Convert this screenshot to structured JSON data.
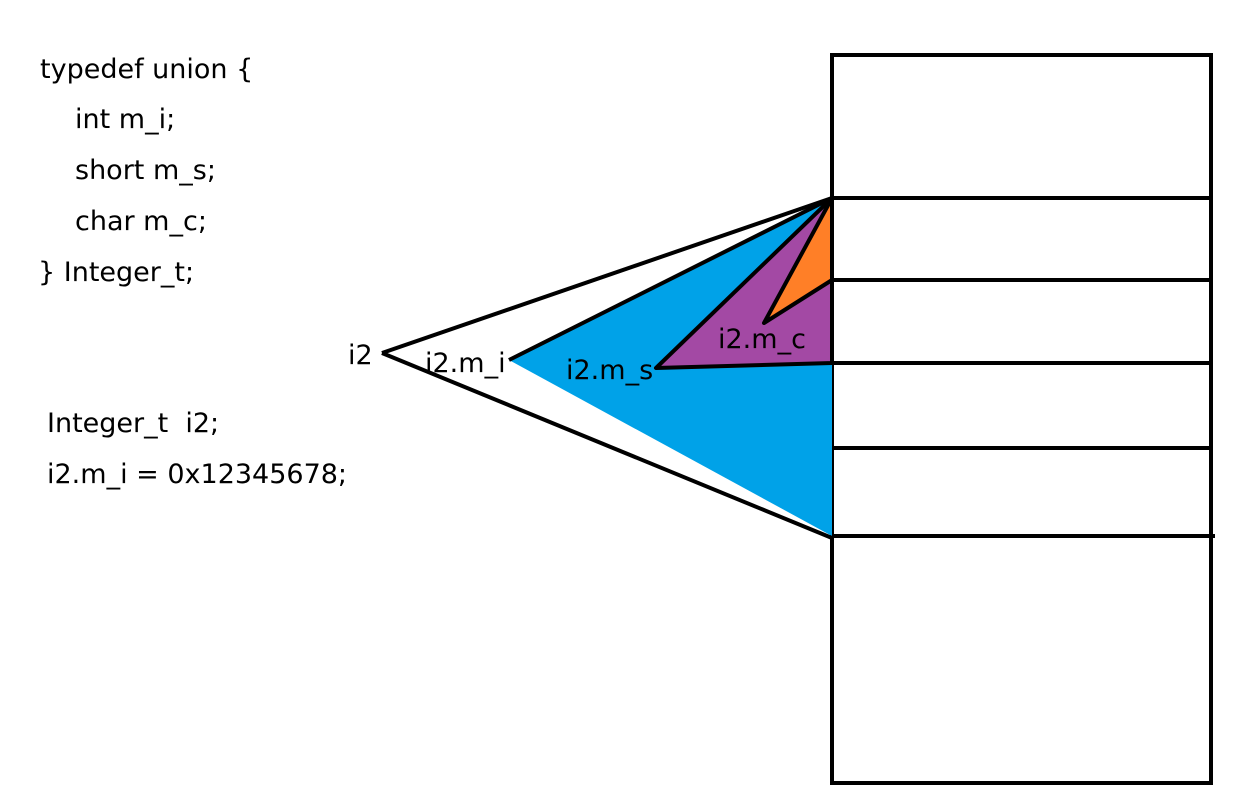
{
  "code_block_1": {
    "lines": [
      "typedef union {",
      "int m_i;",
      "short m_s;",
      "char m_c;",
      "} Integer_t;"
    ]
  },
  "code_block_2": {
    "lines": [
      "Integer_t  i2;",
      "i2.m_i = 0x12345678;"
    ]
  },
  "labels": {
    "i2": "i2",
    "m_i": "i2.m_i",
    "m_s": "i2.m_s",
    "m_c": "i2.m_c"
  },
  "memory": {
    "rows": 6
  },
  "colors": {
    "m_i_fill": "#00A2E8",
    "m_s_fill": "#A349A4",
    "m_c_fill": "#FF7F27",
    "stroke": "#000000"
  }
}
